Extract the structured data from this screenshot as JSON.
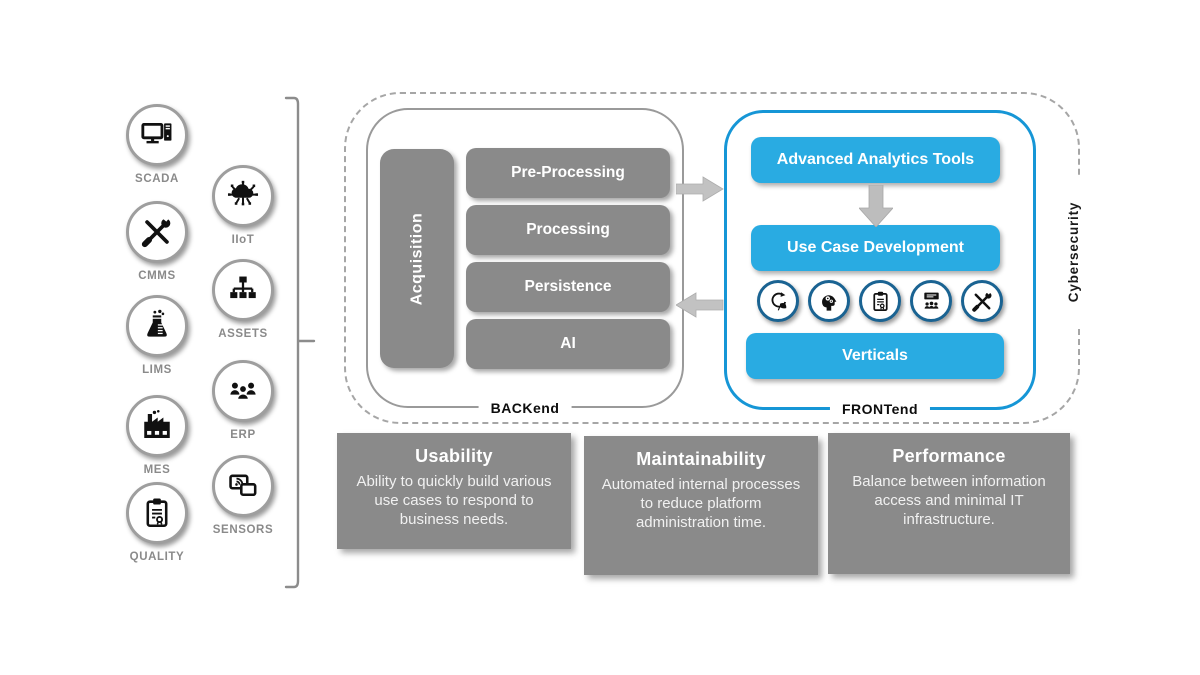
{
  "sources": {
    "items": [
      {
        "label": "SCADA",
        "icon": "workstation-icon"
      },
      {
        "label": "IIoT",
        "icon": "iiot-cloud-icon"
      },
      {
        "label": "CMMS",
        "icon": "crossed-tools-icon"
      },
      {
        "label": "ASSETS",
        "icon": "asset-hierarchy-icon"
      },
      {
        "label": "LIMS",
        "icon": "lab-beaker-icon"
      },
      {
        "label": "ERP",
        "icon": "people-group-icon"
      },
      {
        "label": "MES",
        "icon": "factory-icon"
      },
      {
        "label": "SENSORS",
        "icon": "connected-devices-icon"
      },
      {
        "label": "QUALITY",
        "icon": "quality-clipboard-icon"
      }
    ]
  },
  "backend": {
    "label": "BACKend",
    "acquisition_label": "Acquisition",
    "layers": [
      "Pre-Processing",
      "Processing",
      "Persistence",
      "AI"
    ]
  },
  "frontend": {
    "label": "FRONTend",
    "advanced_analytics_label": "Advanced Analytics Tools",
    "use_case_label": "Use Case Development",
    "verticals_label": "Verticals",
    "capability_icons": [
      "sustainability-icon",
      "cognitive-ai-icon",
      "audit-clipboard-icon",
      "training-presentation-icon",
      "maintenance-tools-icon"
    ]
  },
  "cybersecurity": {
    "label": "Cybersecurity"
  },
  "qualities": [
    {
      "title": "Usability",
      "description": "Ability to quickly build various use cases to respond to business needs."
    },
    {
      "title": "Maintainability",
      "description": "Automated internal processes to reduce platform administration time."
    },
    {
      "title": "Performance",
      "description": "Balance between information access and minimal IT infrastructure."
    }
  ],
  "colors": {
    "accent_blue": "#29ABE2",
    "frontend_border": "#1696D6",
    "icon_ring_blue": "#1A6392",
    "gray_fill": "#8A8A8A",
    "arrow_gray": "#C2C2C2",
    "label_gray": "#8A8A8A"
  }
}
